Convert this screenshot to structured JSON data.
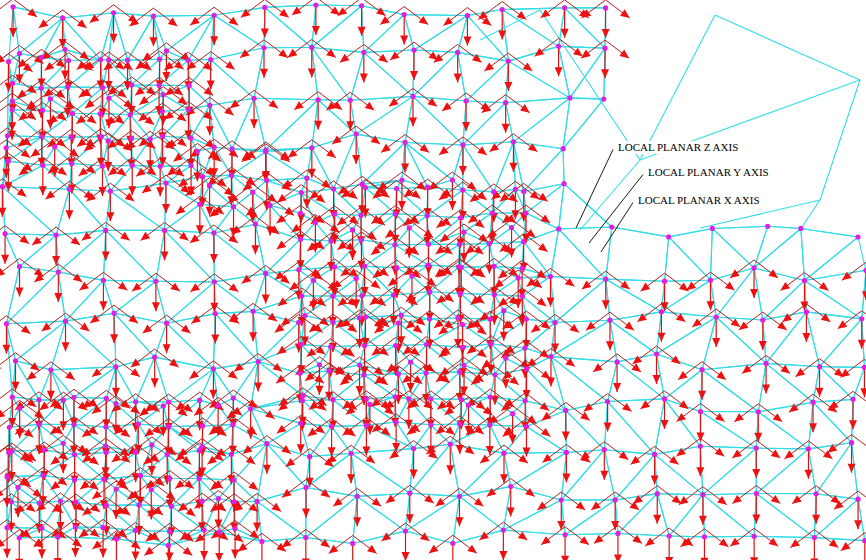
{
  "diagram": {
    "labels": [
      "LOCAL PLANAR Z AXIS",
      "LOCAL PLANAR Y AXIS",
      "LOCAL PLANAR X AXIS"
    ]
  }
}
